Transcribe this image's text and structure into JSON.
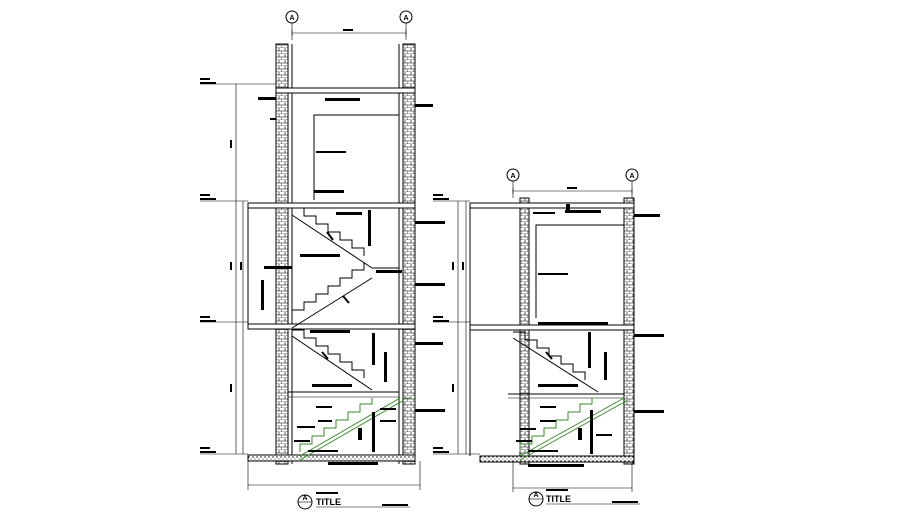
{
  "drawing": {
    "sections": [
      {
        "id": "left-section",
        "grid_labels": [
          "A",
          "A"
        ],
        "title_marker_label": "A",
        "title_text": "TITLE"
      },
      {
        "id": "right-section",
        "grid_labels": [
          "A",
          "A"
        ],
        "title_marker_label": "A",
        "title_text": "TITLE"
      }
    ],
    "colors": {
      "line": "#000000",
      "accent": "#3a8a2a",
      "background": "#ffffff"
    }
  }
}
